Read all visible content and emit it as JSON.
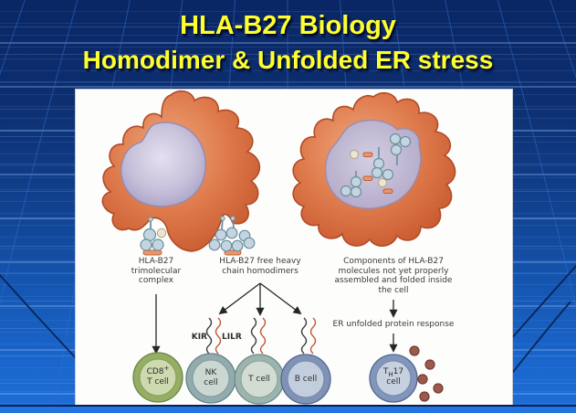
{
  "slide": {
    "title_line1": "HLA-B27 Biology",
    "title_line2": "Homodimer & Unfolded ER stress",
    "title_color": "#FFFF2E",
    "background_color": "#0D2F6E",
    "bottom_band_color": "#2174E2"
  },
  "diagram": {
    "labels": {
      "trimolecular": "HLA-B27\ntrimolecular\ncomplex",
      "homodimers": "HLA-B27 free heavy\nchain homodimers",
      "components": "Components of HLA-B27\nmolecules not yet properly\nassembled and folded inside\nthe cell",
      "er_response": "ER unfolded protein response",
      "kir": "KIR",
      "lilr": "LILR"
    },
    "cells": {
      "cd8": {
        "line1": "CD8",
        "sup": "+",
        "line2": "T cell"
      },
      "nk": {
        "line1": "NK",
        "line2": "cell"
      },
      "t": {
        "line1": "T cell"
      },
      "b": {
        "line1": "B cell"
      },
      "th17": {
        "pre": "T",
        "sub": "H",
        "num": "17",
        "line2": "cell"
      }
    },
    "colors": {
      "cell_body": "#DD7A4C",
      "cell_outline": "#B14C28",
      "nucleus": "#C7C0DA",
      "molecule_circle": "#C5D5E0",
      "molecule_outline": "#69909F",
      "peptide_rect": "#E8976B",
      "cream_circle": "#ECE5CF",
      "kir_squiggle": "#3C3C3C",
      "lilr_squiggle": "#C4563A",
      "cd8_cell": "#95AD64",
      "nk_cell": "#93ABAD",
      "t_cell": "#9CB3AE",
      "b_cell": "#8093B6",
      "th17_cell": "#8295BB",
      "cytokine_dot": "#9C5A4E"
    }
  }
}
